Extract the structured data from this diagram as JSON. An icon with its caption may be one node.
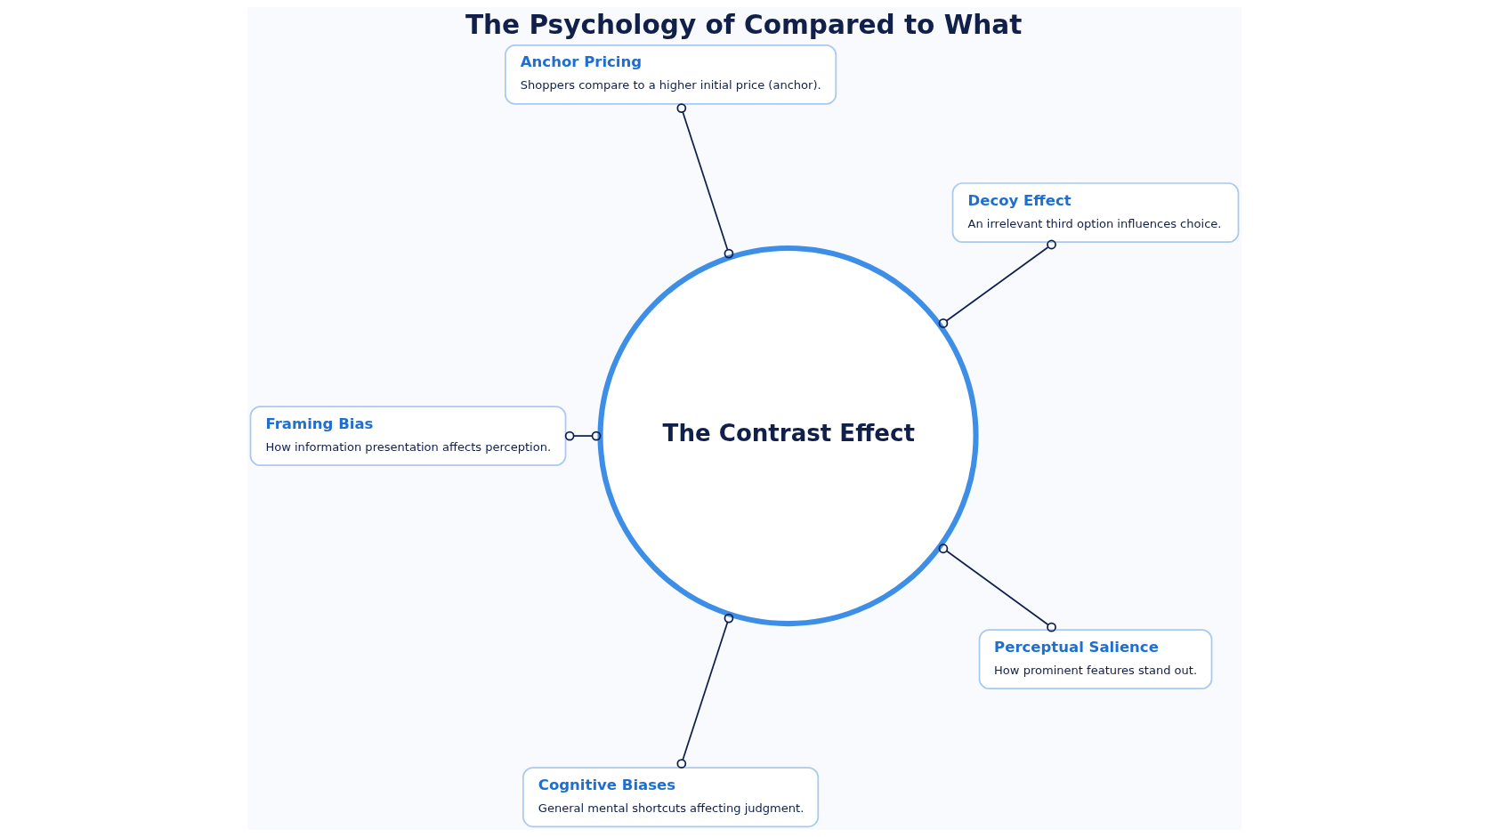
{
  "diagram": {
    "title": "The Psychology of Compared to What",
    "nodes": [
      {
        "text": [
          "Anchor Pricing",
          "Shoppers compare to a higher initial price (anchor)."
        ]
      },
      {
        "text": [
          "Decoy Effect",
          "An irrelevant third option influences choice."
        ]
      },
      {
        "text": [
          "The Contrast Effect"
        ]
      },
      {
        "text": [
          "Framing Bias",
          "How information presentation affects perception."
        ]
      },
      {
        "text": [
          "Perceptual Salience",
          "How prominent features stand out."
        ]
      },
      {
        "text": [
          "Cognitive Biases",
          "General mental shortcuts affecting judgment."
        ]
      }
    ],
    "edges": [
      {
        "from": 2,
        "to": 0,
        "arrow": "other"
      },
      {
        "from": 2,
        "to": 1,
        "arrow": "other"
      },
      {
        "from": 2,
        "to": 4,
        "arrow": "other"
      },
      {
        "from": 2,
        "to": 5,
        "arrow": "other"
      },
      {
        "from": 2,
        "to": 3,
        "arrow": "other"
      }
    ]
  }
}
